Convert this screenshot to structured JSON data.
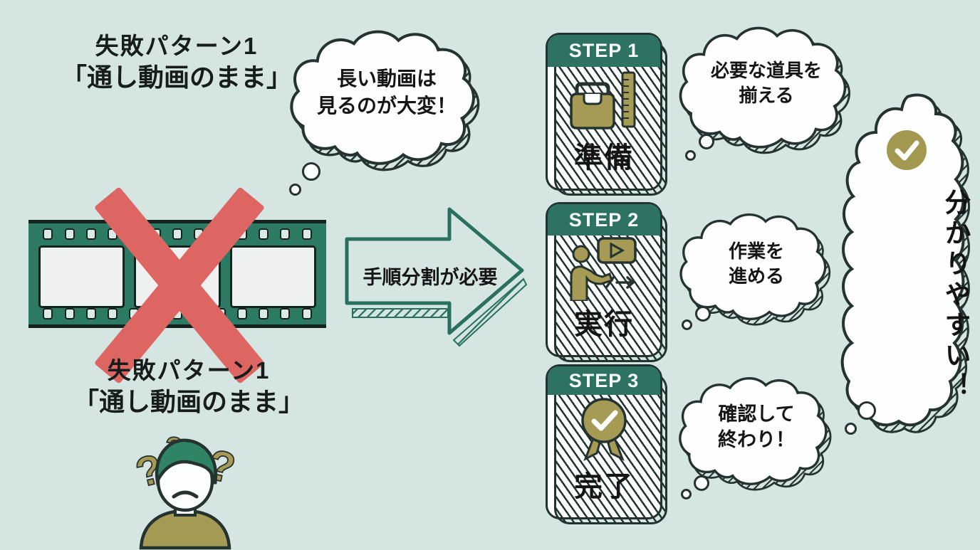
{
  "failure": {
    "title_top_line1": "失敗パターン1",
    "title_top_line2": "「通し動画のまま」",
    "bubble_line1": "長い動画は",
    "bubble_line2": "見るのが大変！",
    "title_bottom_line1": "失敗パターン1",
    "title_bottom_line2": "「通し動画のまま」"
  },
  "arrow": {
    "label": "手順分割が必要"
  },
  "steps": [
    {
      "header": "STEP 1",
      "label": "準備",
      "icon": "toolbox-ruler-icon",
      "bubble_line1": "必要な道具を",
      "bubble_line2": "揃える"
    },
    {
      "header": "STEP 2",
      "label": "実行",
      "icon": "demo-play-icon",
      "bubble_line1": "作業を",
      "bubble_line2": "進める"
    },
    {
      "header": "STEP 3",
      "label": "完了",
      "icon": "medal-check-icon",
      "bubble_line1": "確認して",
      "bubble_line2": "終わり！"
    }
  ],
  "conclusion": {
    "label": "分かりやすい！",
    "icon": "check-circle-icon"
  },
  "colors": {
    "background": "#d5e5e2",
    "green": "#2d7263",
    "film_green": "#2c7a63",
    "olive": "#a59b55",
    "red_x": "#dd6663",
    "outline": "#223230",
    "white": "#fdfefe"
  }
}
